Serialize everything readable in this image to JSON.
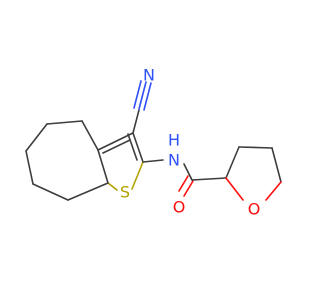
{
  "molecule": {
    "atoms": {
      "nitrile_n": {
        "label": "N",
        "color": "#3050f8"
      },
      "amide_n": {
        "label": "N",
        "color": "#3050f8"
      },
      "amide_h": {
        "label": "H",
        "color": "#3050f8"
      },
      "sulfur": {
        "label": "S",
        "color": "#b2a100"
      },
      "carbonyl_o": {
        "label": "O",
        "color": "#ff0d0d"
      },
      "ring_o": {
        "label": "O",
        "color": "#ff0d0d"
      }
    },
    "bond_color": "#3d3d3d"
  }
}
